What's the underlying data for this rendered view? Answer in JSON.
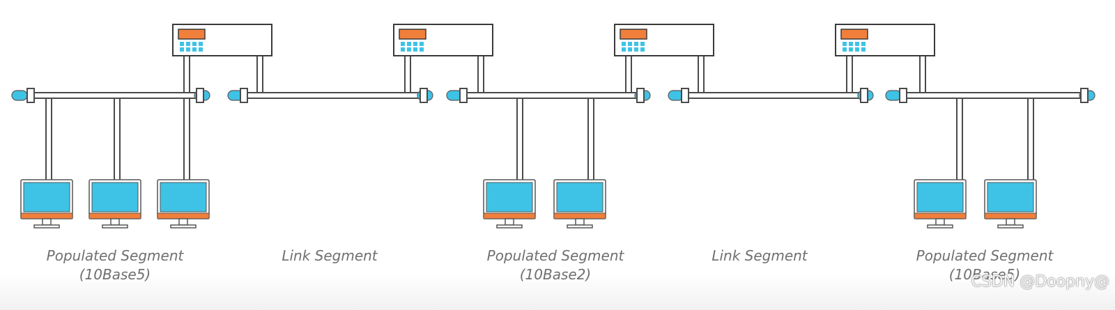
{
  "segments": [
    {
      "line1": "Populated Segment",
      "line2": "(10Base5)"
    },
    {
      "line1": "Link Segment",
      "line2": ""
    },
    {
      "line1": "Populated Segment",
      "line2": "(10Base2)"
    },
    {
      "line1": "Link Segment",
      "line2": ""
    },
    {
      "line1": "Populated Segment",
      "line2": "(10Base5)"
    }
  ],
  "watermark": "CSDN @Doopny@",
  "colors": {
    "repeater_display": "#f07f3c",
    "repeater_ports": "#3ec3e6",
    "screen": "#3ec3e6",
    "monitor_base": "#f07f3c",
    "terminator": "#3ec3e6",
    "cable_outline": "#4a4a4a"
  },
  "icons": {
    "repeater": "repeater-icon",
    "computer": "computer-icon",
    "terminator": "terminator-icon"
  }
}
